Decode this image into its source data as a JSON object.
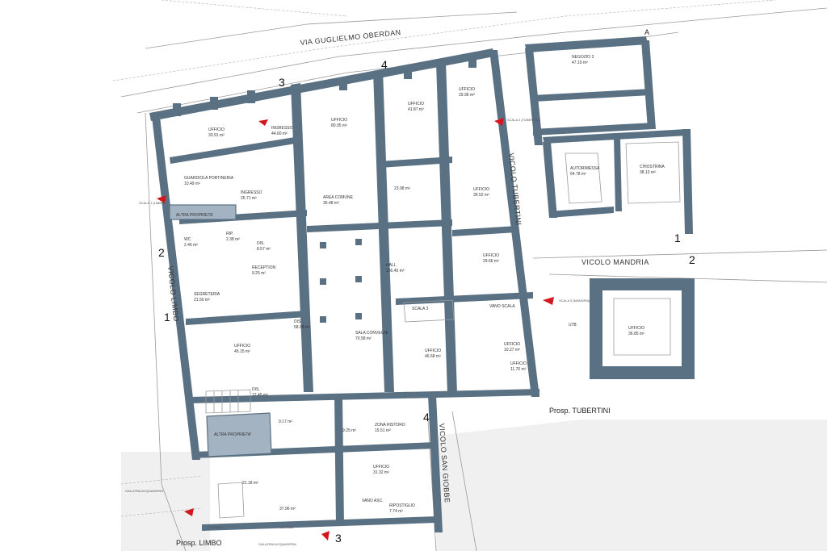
{
  "streets": {
    "via_oberdan": "VIA GUGLIELMO OBERDAN",
    "vicolo_limbo": "VICOLO LIMBO",
    "vicolo_tubertini": "VICOLO TUBERTINI",
    "vicolo_mandria": "VICOLO MANDRIA",
    "vicolo_san_giobbe": "VICOLO SAN GIOBBE",
    "galleria_acquaderni_side": "GALLERIA ACQUADERNI",
    "galleria_acquaderni_bottom": "GALLERIA ACQUADERNI"
  },
  "prospects": {
    "tubertini": "Prosp. TUBERTINI",
    "limbo": "Prosp. LIMBO"
  },
  "section_markers": {
    "top_3": "3",
    "top_4": "4",
    "left_2": "2",
    "left_1": "1",
    "right_1": "1",
    "right_2": "2",
    "right_4": "4",
    "bottom_3": "3",
    "corner_a": "A"
  },
  "rooms": [
    {
      "id": "ufficio_nw",
      "name": "UFFICIO",
      "area": "33.91 m²"
    },
    {
      "id": "ingresso_n",
      "name": "INGRESSO",
      "area": "44.60 m²"
    },
    {
      "id": "ufficio_n1",
      "name": "UFFICIO",
      "area": "80.95 m²"
    },
    {
      "id": "ufficio_n2",
      "name": "UFFICIO",
      "area": "41.87 m²"
    },
    {
      "id": "ufficio_n3",
      "name": "UFFICIO",
      "area": "29.96 m²"
    },
    {
      "id": "negozio",
      "name": "NEGOZIO 3",
      "area": "47.10 m²"
    },
    {
      "id": "guardiola",
      "name": "GUARDIOLA PORTINERIA",
      "area": "10.49 m²"
    },
    {
      "id": "ingresso_w",
      "name": "INGRESSO",
      "area": "25.71 m²"
    },
    {
      "id": "altra1",
      "name": "ALTRA PROPRIETA'",
      "area": ""
    },
    {
      "id": "area_comune",
      "name": "AREA COMUNE",
      "area": "35.48 m²"
    },
    {
      "id": "room_23",
      "name": "",
      "area": "23.98 m²"
    },
    {
      "id": "ufficio_e1",
      "name": "UFFICIO",
      "area": "39.52 m²"
    },
    {
      "id": "autorimessa",
      "name": "AUTORIMESSA",
      "area": "64.78 m²"
    },
    {
      "id": "chiostrina",
      "name": "CHIOSTRINA",
      "area": "38.13 m²"
    },
    {
      "id": "wc1",
      "name": "WC",
      "area": "2.46 m²"
    },
    {
      "id": "rip1",
      "name": "RIP.",
      "area": "2.38 m²"
    },
    {
      "id": "dis1",
      "name": "DIS.",
      "area": "8.57 m²"
    },
    {
      "id": "reception",
      "name": "RECEPTION",
      "area": "9.25 m²"
    },
    {
      "id": "hall",
      "name": "HALL",
      "area": "136.45 m²"
    },
    {
      "id": "ufficio_e2",
      "name": "UFFICIO",
      "area": "29.66 m²"
    },
    {
      "id": "segreteria",
      "name": "SEGRETERIA",
      "area": "21.50 m²"
    },
    {
      "id": "scala3",
      "name": "SCALA 3",
      "area": ""
    },
    {
      "id": "vano_scala",
      "name": "VANO SCALA",
      "area": ""
    },
    {
      "id": "ufficio_w",
      "name": "UFFICIO",
      "area": "45.15 m²"
    },
    {
      "id": "dis2",
      "name": "DIS.",
      "area": "58.08 m²"
    },
    {
      "id": "sala_convegni",
      "name": "SALA CONVEGNI",
      "area": "70.58 m²"
    },
    {
      "id": "ufficio_c1",
      "name": "UFFICIO",
      "area": "46.68 m²"
    },
    {
      "id": "ufficio_c2",
      "name": "UFFICIO",
      "area": "10.27 m²"
    },
    {
      "id": "ufficio_c3",
      "name": "UFFICIO",
      "area": "11.76 m²"
    },
    {
      "id": "ufficio_u7b",
      "name": "UFFICIO",
      "area": "36.85 m²"
    },
    {
      "id": "dis3",
      "name": "DIS.",
      "area": "12.45 m²"
    },
    {
      "id": "altra2",
      "name": "ALTRA PROPRIETA'",
      "area": ""
    },
    {
      "id": "room_917",
      "name": "",
      "area": "9.17 m²"
    },
    {
      "id": "zona_ristoro",
      "name": "ZONA RISTORO",
      "area": "15.51 m²"
    },
    {
      "id": "room_925",
      "name": "",
      "area": "9.25 m²"
    },
    {
      "id": "ufficio_s",
      "name": "UFFICIO",
      "area": "31.32 m²"
    },
    {
      "id": "room_2118",
      "name": "",
      "area": "21.18 m²"
    },
    {
      "id": "room_3796",
      "name": "",
      "area": "37.96 m²"
    },
    {
      "id": "ripostiglio",
      "name": "RIPOSTIGLIO",
      "area": "7.74 m²"
    },
    {
      "id": "vano_asc",
      "name": "VANO ASC.",
      "area": ""
    }
  ],
  "annotations": {
    "scala1": "SCALA 1 (LIMBO)",
    "scala2": "SCALA 2 (TUBERTINI)",
    "scala3": "SCALA 3 (MANDRIA)",
    "u7b": "U7B",
    "vetrina": "VETRINA"
  }
}
